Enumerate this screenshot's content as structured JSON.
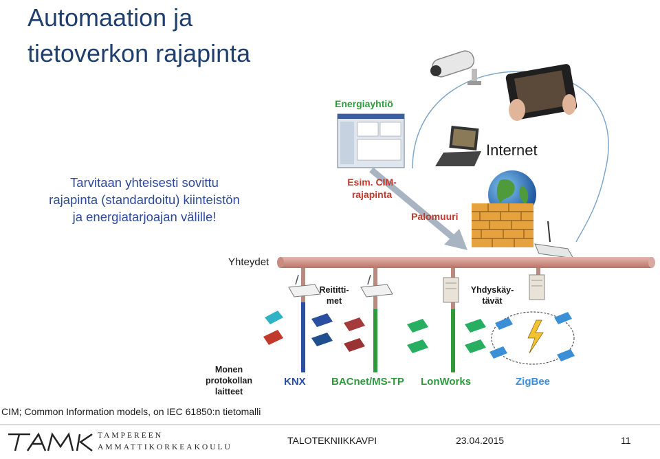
{
  "title": {
    "line1": "Automaation ja",
    "line2": "tietoverkon rajapinta"
  },
  "callout": {
    "line1": "Tarvitaan yhteisesti sovittu",
    "line2": "rajapinta (standardoitu) kiinteistön",
    "line3": "ja energiatarjoajan välille!"
  },
  "labels": {
    "energy_company": "Energiayhtiö",
    "internet": "Internet",
    "cim_line1": "Esim. CIM-",
    "cim_line2": "rajapinta",
    "firewall": "Palomuuri",
    "connections": "Yhteydet",
    "routers_line1": "Reititti-",
    "routers_line2": "met",
    "gateways_line1": "Yhdyskäy-",
    "gateways_line2": "tävät",
    "multi_line1": "Monen",
    "multi_line2": "protokollan",
    "multi_line3": "laitteet"
  },
  "protocols": {
    "knx": "KNX",
    "bacnet": "BACnet/MS-TP",
    "lonworks": "LonWorks",
    "zigbee": "ZigBee"
  },
  "footnote": "CIM; Common Information models, on IEC 61850:n tietomalli",
  "footer": {
    "logo_text": "TAMK",
    "school_line1": "TAMPEREEN",
    "school_line2": "AMMATTIKORKEAKOULU",
    "course": "TALOTEKNIIKKAVPI",
    "date": "23.04.2015",
    "page": "11"
  },
  "colors": {
    "title": "#1f3f6e",
    "callout": "#2e4b9a",
    "green": "#2e9a3e",
    "red": "#c0392b",
    "bus_bar": "#c98a80",
    "knx": "#2a4fa0",
    "bacnet": "#2e9a3e",
    "lonworks": "#2e9a3e",
    "zigbee": "#3a8fd6"
  }
}
